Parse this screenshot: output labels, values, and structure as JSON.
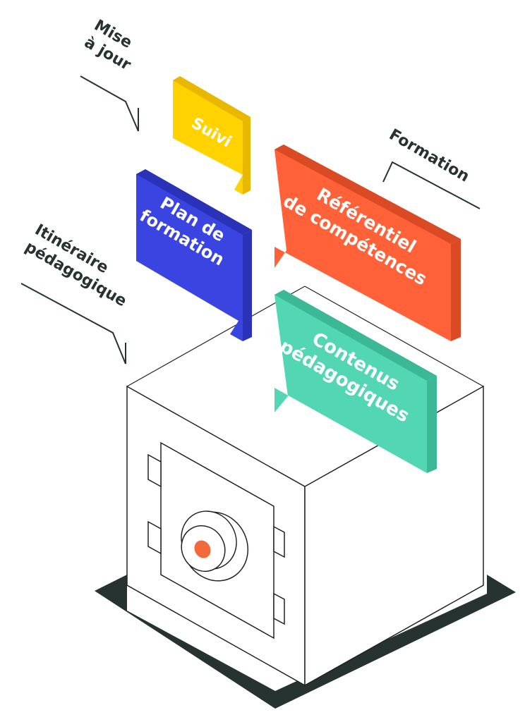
{
  "colors": {
    "ink": "#263330",
    "line": "#222222",
    "safe_face": "#ffffff",
    "knob_dot": "#f26a3c",
    "text_light": "#ffffff"
  },
  "annotations": {
    "mise_a_jour": [
      "Mise",
      "à jour"
    ],
    "formation": "Formation",
    "itineraire": [
      "Itinéraire",
      "pédagogique"
    ]
  },
  "bubbles": {
    "suivi": {
      "lines": [
        "Suivi"
      ],
      "color": "#ffd200",
      "side_color": "#e8b800"
    },
    "plan": {
      "lines": [
        "Plan de",
        "formation"
      ],
      "color": "#3a44e0",
      "side_color": "#2a32b8"
    },
    "referentiel": {
      "lines": [
        "Référentiel",
        "de compétences"
      ],
      "color": "#ff6138",
      "side_color": "#d94a25"
    },
    "contenus": {
      "lines": [
        "Contenus",
        "pédagogiques"
      ],
      "color": "#52d6b4",
      "side_color": "#3bb896"
    }
  },
  "icons": {
    "safe": "safe-icon",
    "dial": "dial-icon"
  }
}
